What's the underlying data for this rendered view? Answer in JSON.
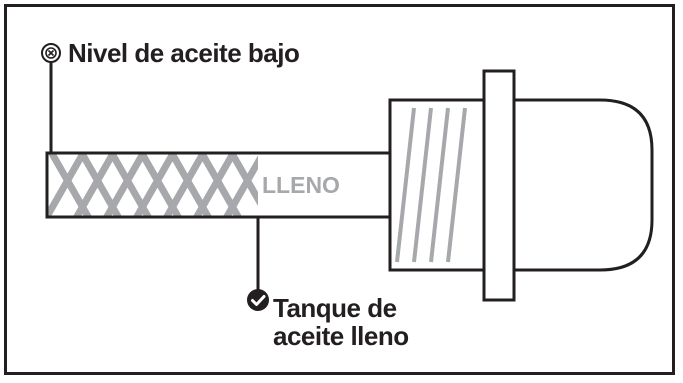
{
  "labels": {
    "low_oil": "Nivel de aceite bajo",
    "full_tank_line1": "Tanque de",
    "full_tank_line2": "aceite lleno",
    "full_mark": "LLENO"
  },
  "icons": {
    "low_oil": "x-circle-icon",
    "full_tank": "check-circle-icon"
  },
  "colors": {
    "outline": "#231f20",
    "hatch": "#a6a8ab",
    "background": "#ffffff"
  }
}
